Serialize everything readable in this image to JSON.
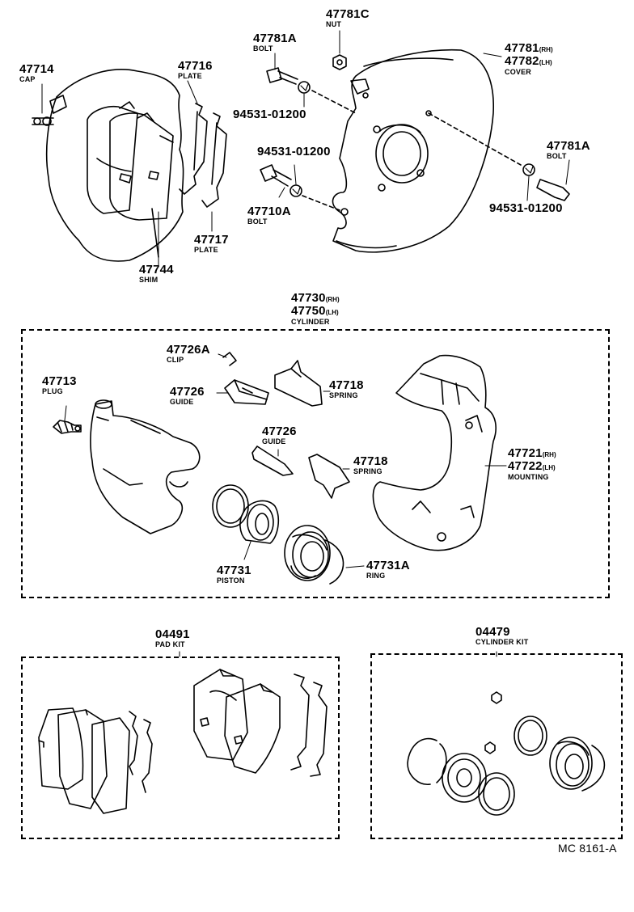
{
  "parts": {
    "p47714": {
      "number": "47714",
      "name": "CAP"
    },
    "p47716": {
      "number": "47716",
      "name": "PLATE"
    },
    "p47781A_top": {
      "number": "47781A",
      "name": "BOLT"
    },
    "p47781C": {
      "number": "47781C",
      "name": "NUT"
    },
    "p47781": {
      "number": "47781",
      "suffix": "(RH)"
    },
    "p47782": {
      "number": "47782",
      "suffix": "(LH)",
      "name": "COVER"
    },
    "p94531_a": {
      "number": "94531-01200"
    },
    "p94531_b": {
      "number": "94531-01200"
    },
    "p94531_c": {
      "number": "94531-01200"
    },
    "p47781A_right": {
      "number": "47781A",
      "name": "BOLT"
    },
    "p47710A": {
      "number": "47710A",
      "name": "BOLT"
    },
    "p47717": {
      "number": "47717",
      "name": "PLATE"
    },
    "p47744": {
      "number": "47744",
      "name": "SHIM"
    },
    "p47730": {
      "number": "47730",
      "suffix": "(RH)"
    },
    "p47750": {
      "number": "47750",
      "suffix": "(LH)",
      "name": "CYLINDER"
    },
    "p47726A": {
      "number": "47726A",
      "name": "CLIP"
    },
    "p47713": {
      "number": "47713",
      "name": "PLUG"
    },
    "p47726_a": {
      "number": "47726",
      "name": "GUIDE"
    },
    "p47718_a": {
      "number": "47718",
      "name": "SPRING"
    },
    "p47726_b": {
      "number": "47726",
      "name": "GUIDE"
    },
    "p47718_b": {
      "number": "47718",
      "name": "SPRING"
    },
    "p47721": {
      "number": "47721",
      "suffix": "(RH)"
    },
    "p47722": {
      "number": "47722",
      "suffix": "(LH)",
      "name": "MOUNTING"
    },
    "p47731": {
      "number": "47731",
      "name": "PISTON"
    },
    "p47731A": {
      "number": "47731A",
      "name": "RING"
    },
    "p04491": {
      "number": "04491",
      "name": "PAD KIT"
    },
    "p04479": {
      "number": "04479",
      "name": "CYLINDER KIT"
    }
  },
  "diagram_code": "MC 8161-A"
}
